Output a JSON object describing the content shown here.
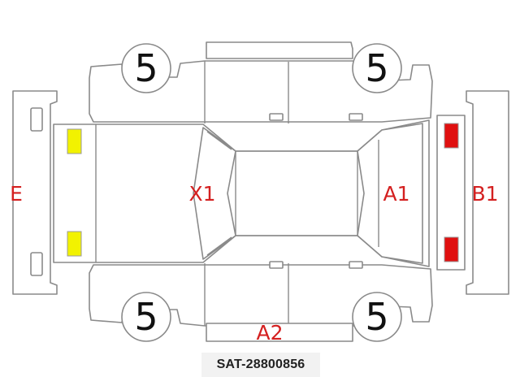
{
  "colors": {
    "outline": "#8a8a8a",
    "label_red": "#d42020",
    "marker_yellow": "#f2f200",
    "marker_red": "#e01010"
  },
  "tires": {
    "front_left": "5",
    "front_right": "5",
    "rear_left": "5",
    "rear_right": "5"
  },
  "zones": {
    "front_bumper": "E",
    "hood": "X1",
    "roof": "A1",
    "rear_bumper": "B1",
    "lower_side": "A2"
  },
  "markers": {
    "headlights": {
      "color": "yellow",
      "count": 2
    },
    "taillights": {
      "color": "red",
      "count": 2
    }
  },
  "stock_number": "SAT-28800856"
}
